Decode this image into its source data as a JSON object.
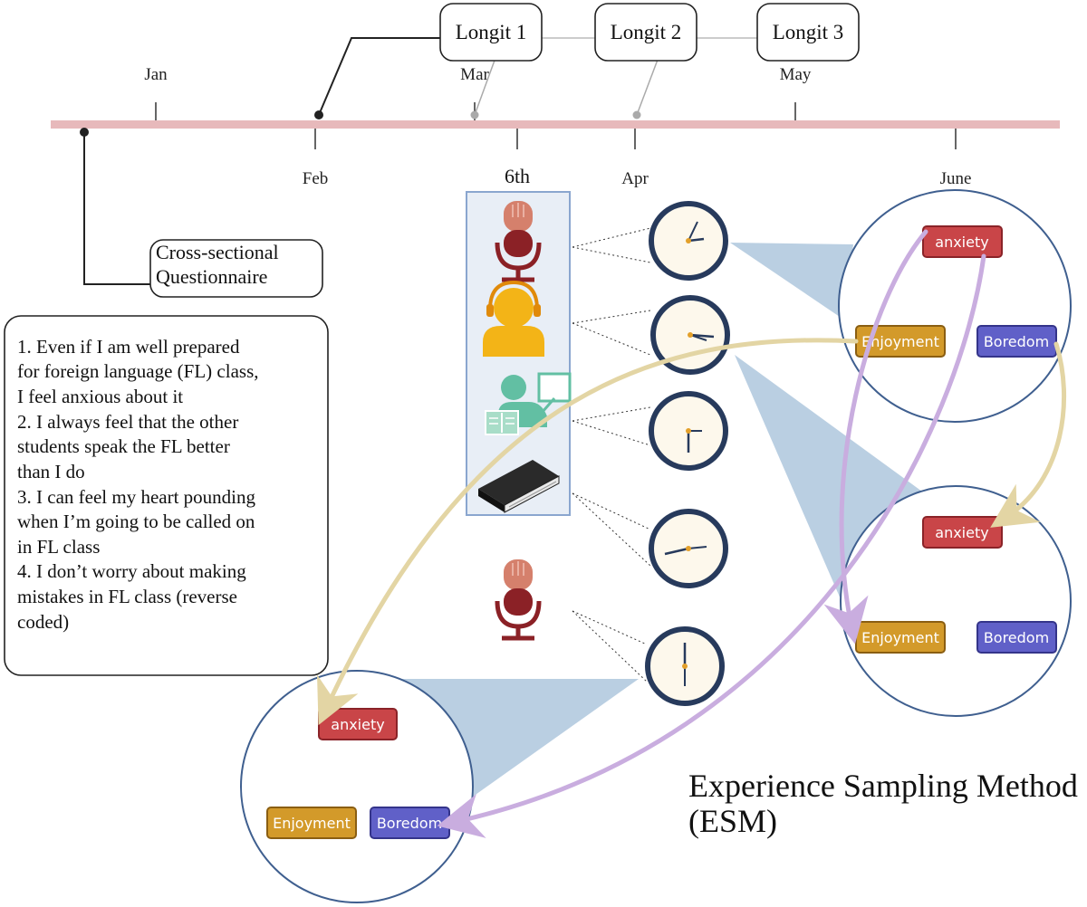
{
  "timeline": {
    "top_months": [
      "Jan",
      "Mar",
      "May"
    ],
    "bottom_months": [
      "Feb",
      "6th",
      "Apr",
      "June"
    ]
  },
  "longit": [
    "Longit 1",
    "Longit 2",
    "Longit 3"
  ],
  "cross_sectional": [
    "Cross-sectional",
    "Questionnaire"
  ],
  "questionnaire_lines": [
    "1. Even if I am well prepared",
    "for foreign language (FL) class,",
    "I feel anxious about it",
    "2. I always feel that the other",
    "students speak the FL better",
    "than I do",
    "3. I can feel my heart pounding",
    "when I’m going to be called on",
    "in FL class",
    "4. I don’t worry about making",
    "mistakes in FL class (reverse",
    "coded)"
  ],
  "emotion_tags": {
    "anxiety": "anxiety",
    "enjoyment": "Enjoyment",
    "boredom": "Boredom"
  },
  "esm_title": [
    "Experience Sampling Method",
    "(ESM)"
  ],
  "icons": [
    "microphone-icon",
    "headset-person-icon",
    "teacher-board-icon",
    "book-icon",
    "clock-icon"
  ],
  "colors": {
    "timeline": "#e7b9bb",
    "anxiety": "#c94548",
    "enjoyment": "#d39a2a",
    "boredom": "#6060c8",
    "circle_border": "#3f5f8f",
    "cone": "#b6cce0",
    "arrow_tan": "#e3d5a4",
    "arrow_purple": "#c9addf",
    "clock_rim": "#273a5c",
    "clock_face": "#fdf8ec"
  }
}
